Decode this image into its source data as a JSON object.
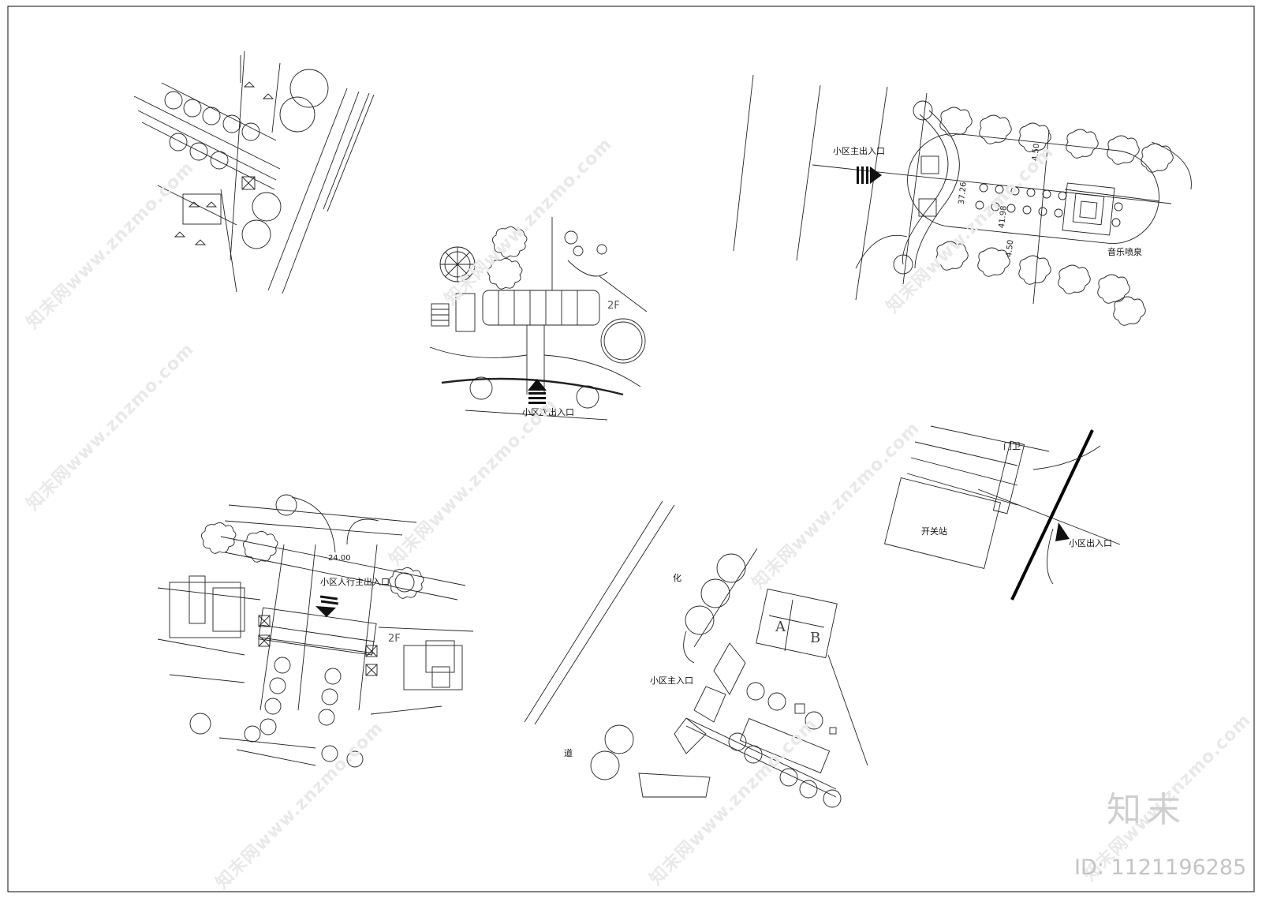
{
  "labels": {
    "main_entrance_top": "小区主出入口",
    "music_fountain": "音乐喷泉",
    "secondary_entrance": "小区次出入口",
    "pedestrian_entrance": "小区人行主出入口",
    "guard_room": "门卫",
    "switch_station": "开关站",
    "entrance_right": "小区出入口",
    "main_entrance_bottom": "小区主入口",
    "char_hua": "化",
    "char_dao": "道",
    "floor_2f_center": "2F",
    "floor_2f_left": "2F",
    "block_a": "A",
    "block_b": "B"
  },
  "dimensions": {
    "d1": "4.50",
    "d2": "37.26",
    "d3": "41.98",
    "d4": "4.50",
    "d5": "24.00"
  },
  "watermark": {
    "site": "知末网www.znzmo.com",
    "logo": "知末",
    "id": "ID: 1121196285"
  }
}
